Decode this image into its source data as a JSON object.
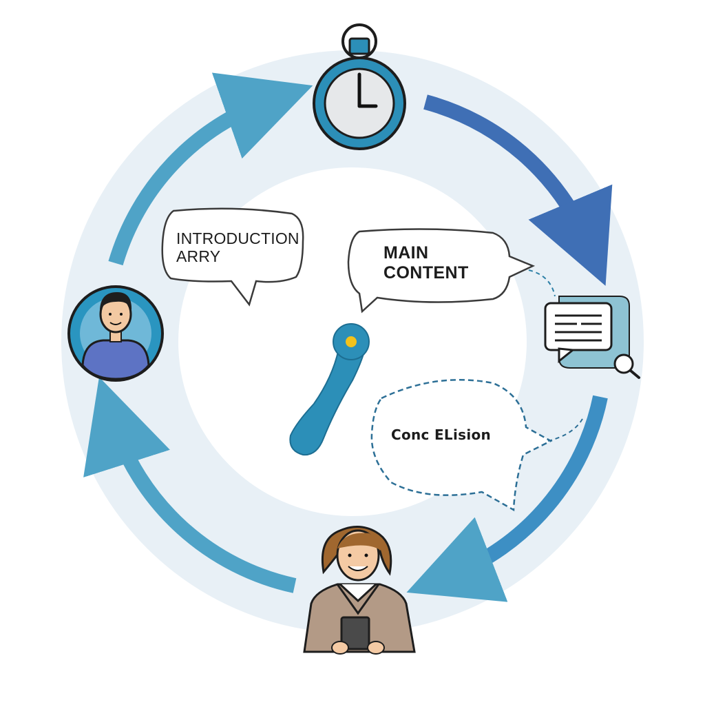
{
  "bubbles": {
    "introduction": {
      "line1": "INTRODUCTION",
      "line2": "ARRY"
    },
    "main_content": {
      "line1": "MAIN",
      "line2": "CONTENT"
    },
    "conclusion": {
      "text": "Conc ELision"
    }
  },
  "icons": [
    "stopwatch-icon",
    "document-magnifier-icon",
    "man-avatar-icon",
    "woman-presenter-icon",
    "pointer-hand-icon"
  ],
  "colors": {
    "ring": "#e8f0f6",
    "arrow_light": "#4fa3c7",
    "arrow_dark": "#3f6fb5",
    "accent": "#2c8fb8",
    "dot": "#f2c21b",
    "outline": "#1d1d1d"
  }
}
